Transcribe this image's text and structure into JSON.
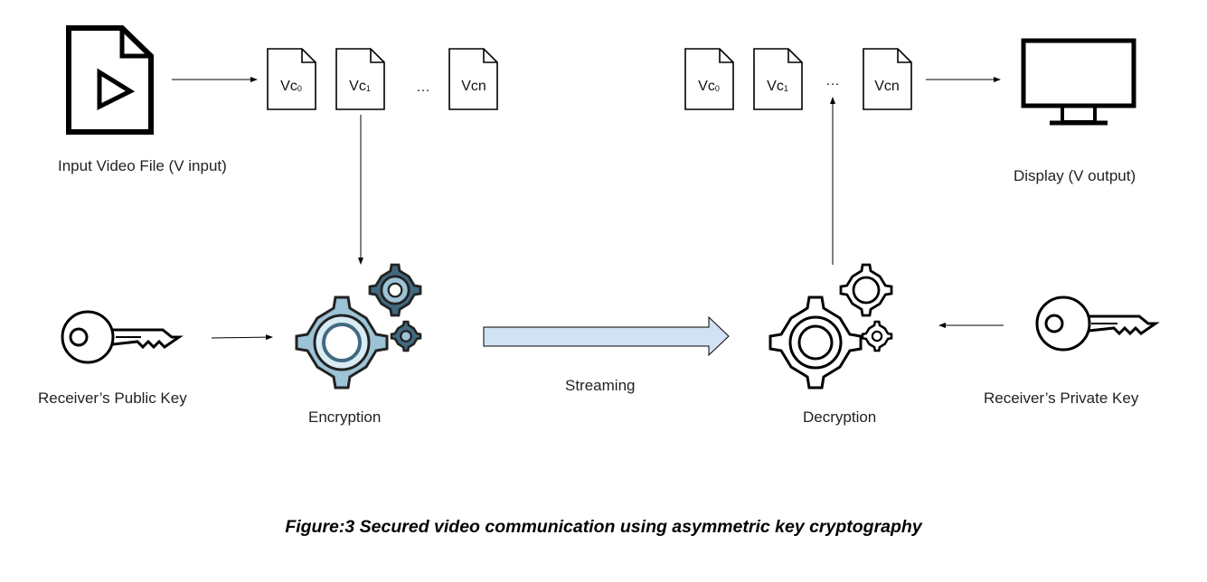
{
  "nodes": {
    "input_video_label": "Input Video File (V input)",
    "display_label": "Display (V output)",
    "public_key_label": "Receiver’s Public Key",
    "private_key_label": "Receiver’s Private Key",
    "encryption_label": "Encryption",
    "decryption_label": "Decryption",
    "streaming_label": "Streaming"
  },
  "chunks_left": {
    "c0": {
      "base": "Vc",
      "sub": "0"
    },
    "c1": {
      "base": "Vc",
      "sub": "1"
    },
    "ellipsis": "…",
    "cn": {
      "base": "Vcn",
      "sub": ""
    }
  },
  "chunks_right": {
    "c0": {
      "base": "Vc",
      "sub": "0"
    },
    "c1": {
      "base": "Vc",
      "sub": "1"
    },
    "ellipsis": "…",
    "cn": {
      "base": "Vcn",
      "sub": ""
    }
  },
  "caption": "Figure:3 Secured video communication using asymmetric key cryptography",
  "icons": {
    "video_file": "video-file-icon",
    "monitor": "monitor-icon",
    "public_key": "key-icon",
    "private_key": "key-icon",
    "encryption": "gears-icon",
    "decryption": "gears-icon"
  },
  "colors": {
    "stream_arrow_fill": "#d0e2f3",
    "gear_blue": "#9cc3d6",
    "gear_dark": "#41697f",
    "gear_light": "#d8ecf4"
  }
}
